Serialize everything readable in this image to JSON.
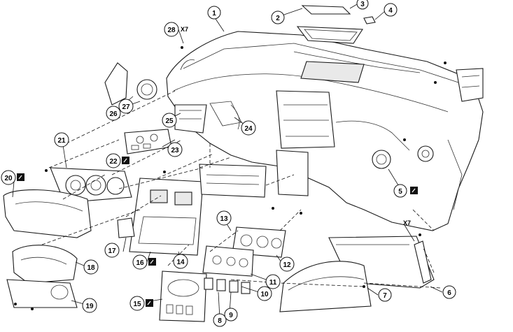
{
  "diagram": {
    "callouts": [
      {
        "id": "c1",
        "number": "1"
      },
      {
        "id": "c2",
        "number": "2"
      },
      {
        "id": "c3",
        "number": "3"
      },
      {
        "id": "c4",
        "number": "4"
      },
      {
        "id": "c5",
        "number": "5"
      },
      {
        "id": "c6",
        "number": "6"
      },
      {
        "id": "c7",
        "number": "7"
      },
      {
        "id": "c8",
        "number": "8"
      },
      {
        "id": "c9",
        "number": "9"
      },
      {
        "id": "c10",
        "number": "10"
      },
      {
        "id": "c11",
        "number": "11"
      },
      {
        "id": "c12",
        "number": "12"
      },
      {
        "id": "c13",
        "number": "13"
      },
      {
        "id": "c14",
        "number": "14"
      },
      {
        "id": "c15",
        "number": "15"
      },
      {
        "id": "c16",
        "number": "16"
      },
      {
        "id": "c17",
        "number": "17"
      },
      {
        "id": "c18",
        "number": "18"
      },
      {
        "id": "c19",
        "number": "19"
      },
      {
        "id": "c20",
        "number": "20"
      },
      {
        "id": "c21",
        "number": "21"
      },
      {
        "id": "c22",
        "number": "22"
      },
      {
        "id": "c23",
        "number": "23"
      },
      {
        "id": "c24",
        "number": "24"
      },
      {
        "id": "c25",
        "number": "25"
      },
      {
        "id": "c26",
        "number": "26"
      },
      {
        "id": "c27",
        "number": "27"
      },
      {
        "id": "c28",
        "number": "28"
      }
    ],
    "quantity_marks": [
      {
        "id": "q28",
        "text": "X7"
      },
      {
        "id": "q6",
        "text": "X7"
      }
    ],
    "icons": [
      "service-manual-icon"
    ]
  }
}
